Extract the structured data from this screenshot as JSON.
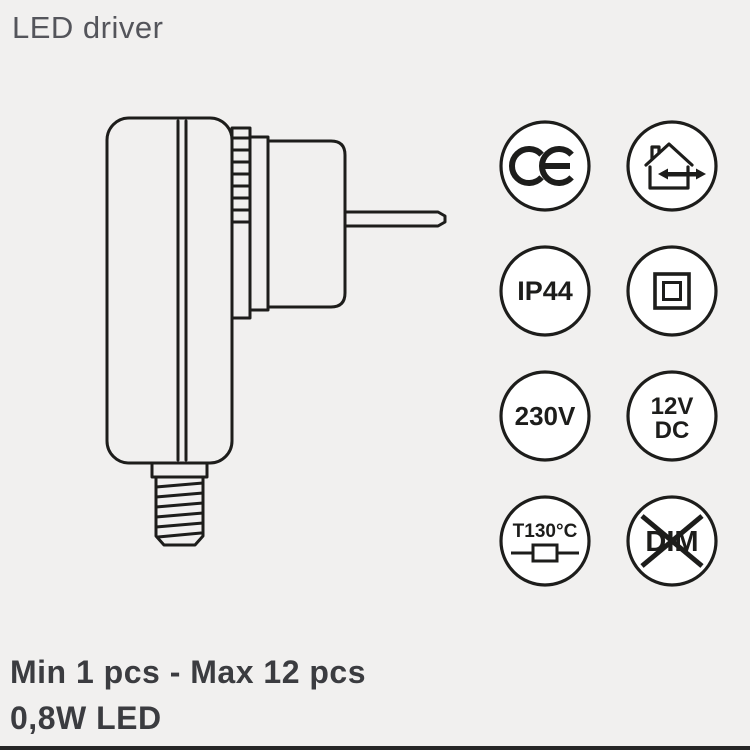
{
  "title": "LED driver",
  "footer": {
    "quantity": "Min 1 pcs - Max 12 pcs",
    "wattage": "0,8W LED"
  },
  "badges": {
    "ce_mark": "CE",
    "indoor_outdoor": "indoor/outdoor house with double arrow",
    "ip_rating": "IP44",
    "protection_class": "Class II double square",
    "input_voltage": "230V",
    "output_voltage": "12V",
    "output_type": "DC",
    "temperature_rating": "T130°C",
    "not_dimmable": "DIM"
  },
  "colors": {
    "background": "#f1f0ef",
    "line": "#1d1d1b",
    "title_text": "#54555b",
    "footer_text": "#3b3c40",
    "badge_fill": "#ffffff"
  }
}
